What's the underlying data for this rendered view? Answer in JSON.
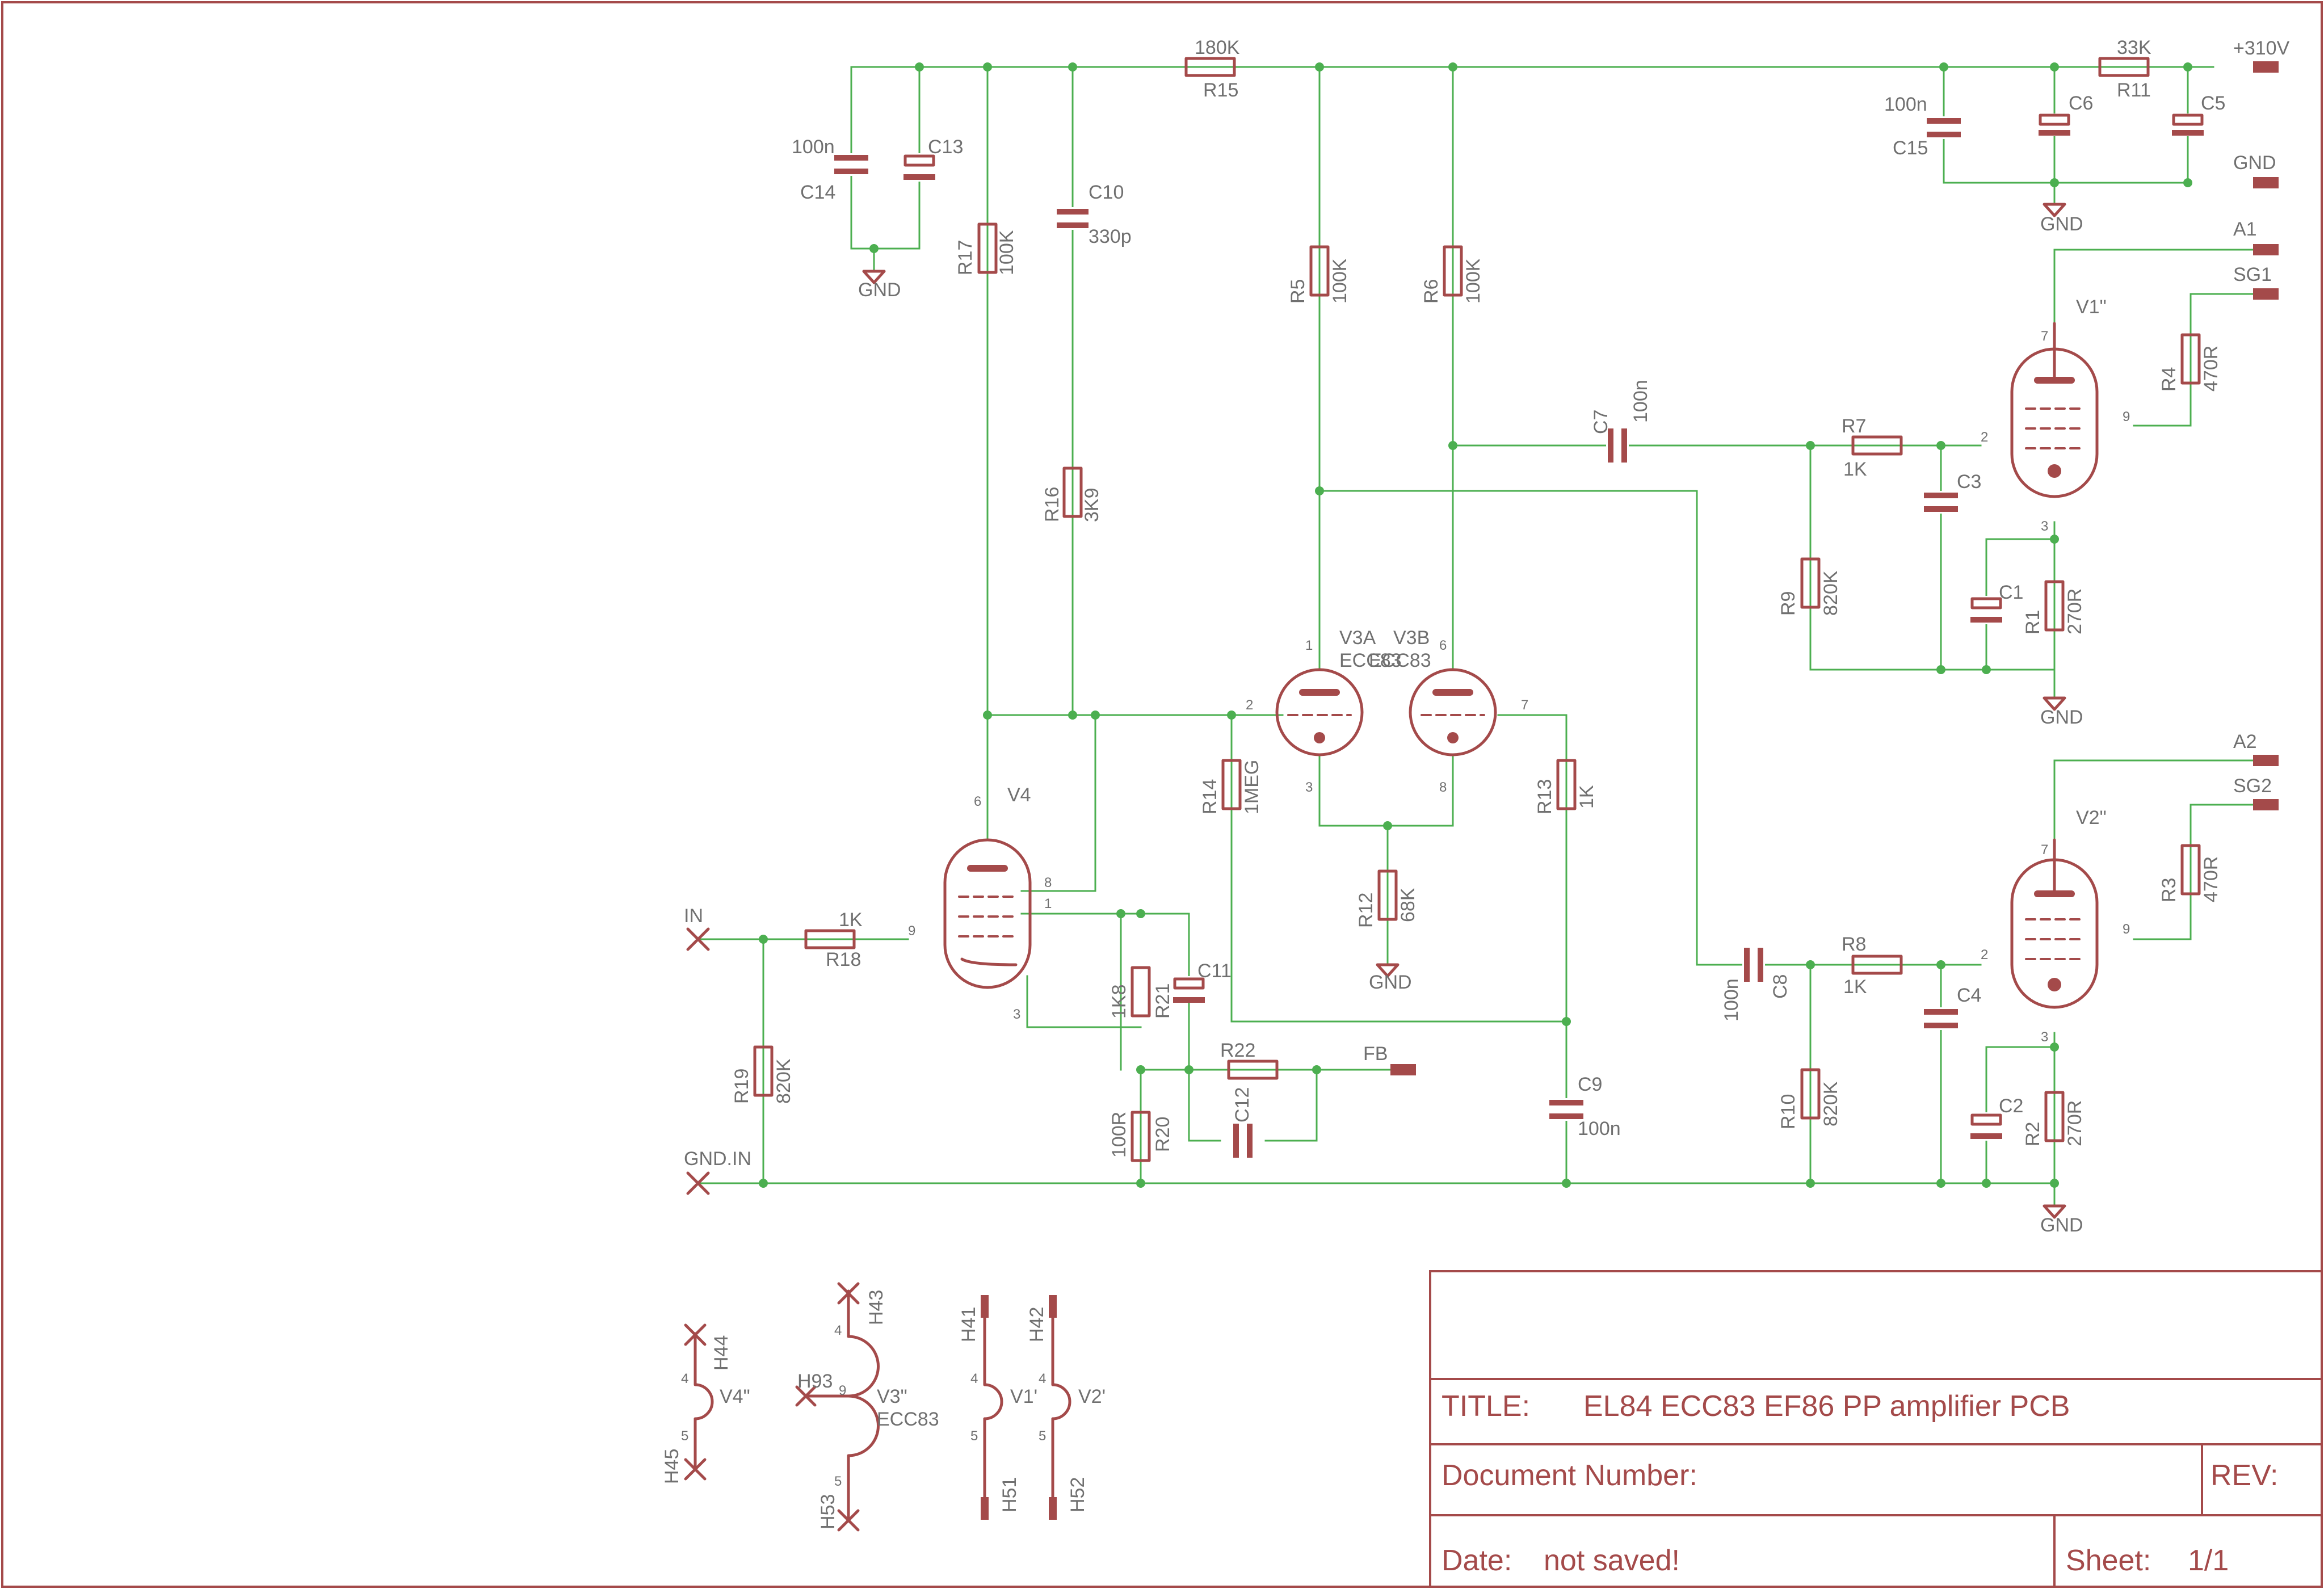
{
  "title_block": {
    "title_label": "TITLE:",
    "title_value": "EL84 ECC83 EF86 PP amplifier PCB",
    "docnum_label": "Document Number:",
    "rev_label": "REV:",
    "date_label": "Date:",
    "date_value": "not saved!",
    "sheet_label": "Sheet:",
    "sheet_value": "1/1"
  },
  "nets": {
    "supply": "+310V",
    "gnd": "GND",
    "in": "IN",
    "gnd_in": "GND.IN",
    "fb": "FB",
    "a1": "A1",
    "sg1": "SG1",
    "a2": "A2",
    "sg2": "SG2"
  },
  "tubes": {
    "v1": "V1\"",
    "v2": "V2\"",
    "v3a": "V3A",
    "v3b": "V3B",
    "v3_type": "ECC83",
    "v4": "V4",
    "v4h": "V4\"",
    "v3h": "V3\"",
    "v3h_type": "ECC83",
    "v1h": "V1'",
    "v2h": "V2'"
  },
  "heaters": {
    "h44": "H44",
    "h45": "H45",
    "h43": "H43",
    "h93": "H93",
    "h53": "H53",
    "h41": "H41",
    "h51": "H51",
    "h42": "H42",
    "h52": "H52"
  },
  "resistors": {
    "r1": {
      "name": "R1",
      "value": "270R"
    },
    "r2": {
      "name": "R2",
      "value": "270R"
    },
    "r3": {
      "name": "R3",
      "value": "470R"
    },
    "r4": {
      "name": "R4",
      "value": "470R"
    },
    "r5": {
      "name": "R5",
      "value": "100K"
    },
    "r6": {
      "name": "R6",
      "value": "100K"
    },
    "r7": {
      "name": "R7",
      "value": "1K"
    },
    "r8": {
      "name": "R8",
      "value": "1K"
    },
    "r9": {
      "name": "R9",
      "value": "820K"
    },
    "r10": {
      "name": "R10",
      "value": "820K"
    },
    "r11": {
      "name": "R11",
      "value": "33K"
    },
    "r12": {
      "name": "R12",
      "value": "68K"
    },
    "r13": {
      "name": "R13",
      "value": "1K"
    },
    "r14": {
      "name": "R14",
      "value": "1MEG"
    },
    "r15": {
      "name": "R15",
      "value": "180K"
    },
    "r16": {
      "name": "R16",
      "value": "3K9"
    },
    "r17": {
      "name": "R17",
      "value": "100K"
    },
    "r18": {
      "name": "R18",
      "value": "1K"
    },
    "r19": {
      "name": "R19",
      "value": "820K"
    },
    "r20": {
      "name": "R20",
      "value": "100R"
    },
    "r21": {
      "name": "R21",
      "value": "1K8"
    },
    "r22": {
      "name": "R22",
      "value": ""
    }
  },
  "capacitors": {
    "c1": {
      "name": "C1",
      "value": ""
    },
    "c2": {
      "name": "C2",
      "value": ""
    },
    "c3": {
      "name": "C3",
      "value": ""
    },
    "c4": {
      "name": "C4",
      "value": ""
    },
    "c5": {
      "name": "C5",
      "value": ""
    },
    "c6": {
      "name": "C6",
      "value": ""
    },
    "c7": {
      "name": "C7",
      "value": "100n"
    },
    "c8": {
      "name": "C8",
      "value": "100n"
    },
    "c9": {
      "name": "C9",
      "value": "100n"
    },
    "c10": {
      "name": "C10",
      "value": "330p"
    },
    "c11": {
      "name": "C11",
      "value": ""
    },
    "c12": {
      "name": "C12",
      "value": ""
    },
    "c13": {
      "name": "C13",
      "value": ""
    },
    "c14": {
      "name": "C14",
      "value": "100n"
    },
    "c15": {
      "name": "C15",
      "value": "100n"
    }
  },
  "pins": {
    "p1": "1",
    "p2": "2",
    "p3": "3",
    "p4": "4",
    "p5": "5",
    "p6": "6",
    "p7": "7",
    "p8": "8",
    "p9": "9"
  },
  "colors": {
    "wire": "#4caf50",
    "symbol": "#a44a4a",
    "text": "#707070"
  }
}
